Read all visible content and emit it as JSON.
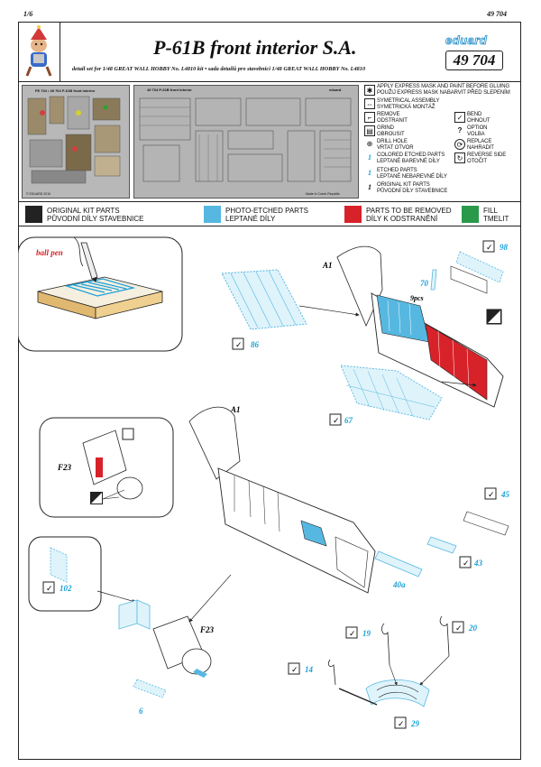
{
  "header": {
    "page_num": "1/6",
    "doc_num_top": "49 704",
    "title": "P-61B front interior S.A.",
    "subtitle": "detail set for 1/48 GREAT WALL HOBBY  No. L4810 kit   •   sada detailů pro stavebnici 1/48 GREAT WALL HOBBY  No. L4810",
    "brand": "eduard",
    "product_num": "49 704"
  },
  "fret": {
    "left_label": "FE 704 • 49 704 P-61B front interior",
    "right_label": "49 704 P-61B front interior",
    "right_brand": "eduard",
    "bottom_left": "© EDUARD 2010",
    "bottom_right": "Made in Czech Republic"
  },
  "symbols": [
    {
      "icon": "express-mask-icon",
      "text": "APPLY EXPRESS MASK AND PAINT BEFORE GLUING\nPOUŽIJ EXPRESS MASK NABARVIT PŘED SLEPENÍM"
    },
    {
      "icon": "symmetry-icon",
      "text": "SYMETRICAL ASSEMBLY\nSYMETRICKÁ MONTÁŽ"
    },
    {
      "icon": "remove-icon",
      "text": "REMOVE\nODSTRANIT"
    },
    {
      "icon": "bend-icon",
      "text": "BEND\nOHNOUT"
    },
    {
      "icon": "grind-icon",
      "text": "GRIND\nOBROUSIT"
    },
    {
      "icon": "option-icon",
      "text": "OPTION\nVOLBA"
    },
    {
      "icon": "drill-icon",
      "text": "DRILL HOLE\nVRTAT OTVOR"
    },
    {
      "icon": "replace-icon",
      "text": "REPLACE\nNAHRADIT"
    },
    {
      "icon": "colored-parts-icon",
      "text": "COLORED ETCHED PARTS\nLEPTANÉ BAREVNÉ DÍLY"
    },
    {
      "icon": "reverse-icon",
      "text": "REVERSE SIDE\nOTOČIT"
    },
    {
      "icon": "etched-parts-icon",
      "text": "ETCHED PARTS\nLEPTANÉ NEBAREVNÉ DÍLY"
    },
    {
      "icon": "original-parts-icon",
      "text": "ORIGINAL KIT PARTS\nPŮVODNÍ DÍLY STAVEBNICE"
    }
  ],
  "legend": [
    {
      "label": "ORIGINAL KIT PARTS\nPŮVODNÍ DÍLY STAVEBNICE",
      "color": "#222222"
    },
    {
      "label": "PHOTO-ETCHED PARTS\nLEPTANÉ DÍLY",
      "color": "#56b8e0"
    },
    {
      "label": "PARTS TO BE REMOVED\nDÍLY K ODSTRANĚNÍ",
      "color": "#d8222a"
    },
    {
      "label": "FILL\nTMELIT",
      "color": "#2a9a4a"
    }
  ],
  "diagram": {
    "ball_pen": "ball pen",
    "a1_top": "A1",
    "a1_mid": "A1",
    "f23_inset": "F23",
    "f23_main": "F23",
    "nine_pcs": "9pcs",
    "parts": [
      "98",
      "70",
      "86",
      "67",
      "45",
      "43",
      "40a",
      "102",
      "19",
      "20",
      "14",
      "29",
      "6"
    ]
  },
  "colors": {
    "pe_blue": "#56b8e0",
    "remove_red": "#d8222a",
    "num_blue": "#1aa0d8"
  }
}
